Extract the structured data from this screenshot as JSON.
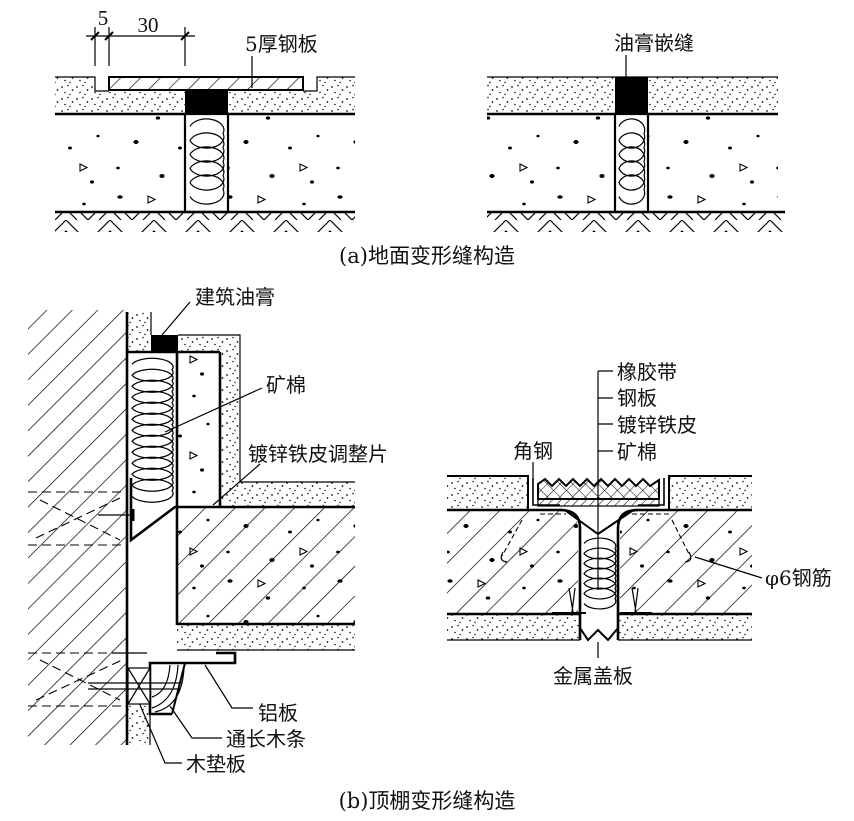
{
  "figure_a": {
    "caption": "(a)地面变形缝构造",
    "left_detail": {
      "dimension_recess": "5",
      "dimension_overlap": "30",
      "steel_plate_label": "5厚钢板"
    },
    "right_detail": {
      "sealant_label": "油膏嵌缝"
    }
  },
  "figure_b": {
    "caption": "(b)顶棚变形缝构造",
    "left_detail": {
      "labels": {
        "sealant": "建筑油膏",
        "mineral_wool": "矿棉",
        "adjusting_piece": "镀锌铁皮调整片",
        "aluminum_plate": "铝板",
        "wood_strip": "通长木条",
        "wood_pad": "木垫板"
      }
    },
    "right_detail": {
      "layer_labels": [
        "橡胶带",
        "钢板",
        "镀锌铁皮",
        "矿棉"
      ],
      "angle_steel": "角钢",
      "rebar": "φ6钢筋",
      "cover_plate": "金属盖板"
    }
  }
}
